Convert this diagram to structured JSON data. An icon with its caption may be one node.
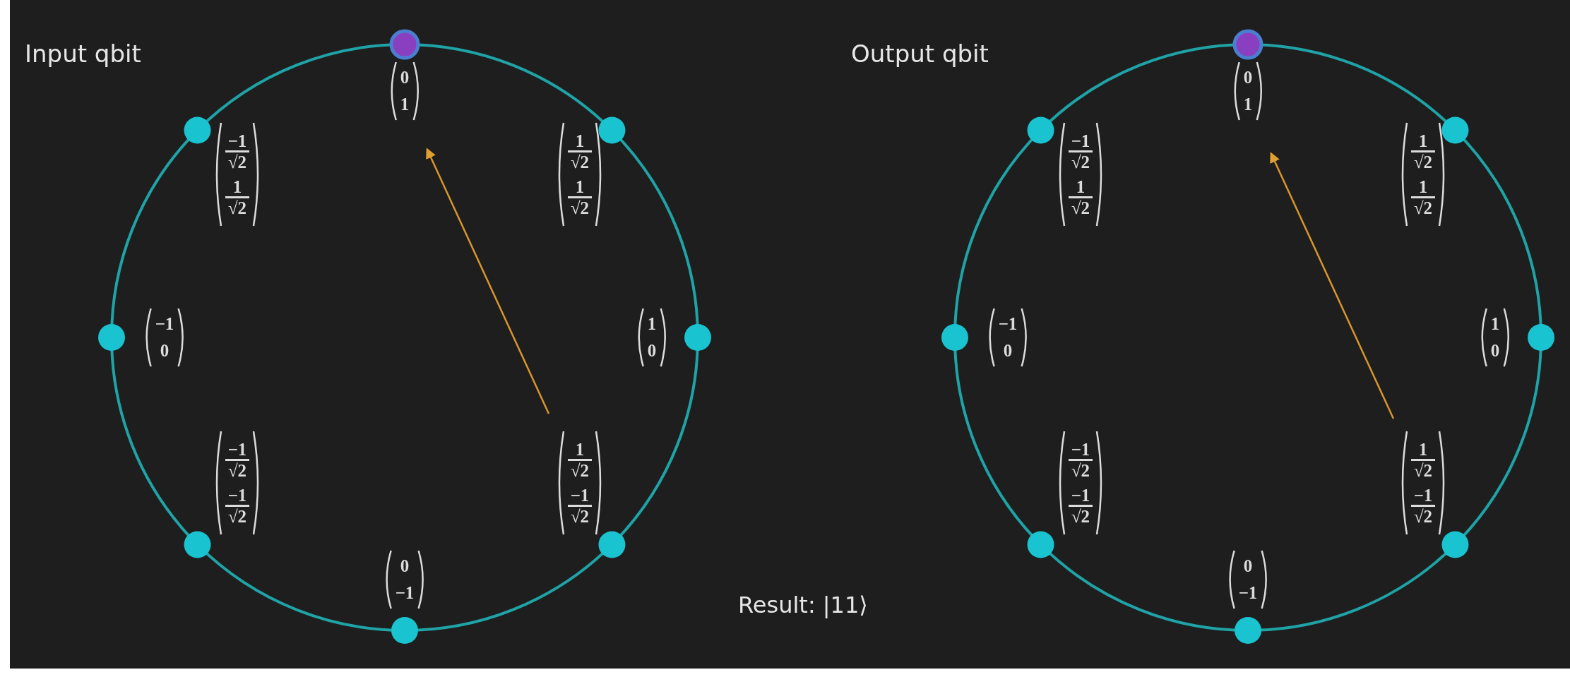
{
  "diagram": {
    "labels": [
      "Input qbit",
      "0",
      "1",
      "−1",
      "√2",
      "1",
      "√2",
      "1",
      "√2",
      "1",
      "√2",
      "−1",
      "0",
      "1",
      "0",
      "−1",
      "√2",
      "−1",
      "√2",
      "1",
      "√2",
      "−1",
      "√2",
      "0",
      "−1",
      "Output qbit",
      "0",
      "1",
      "−1",
      "√2",
      "1",
      "√2",
      "1",
      "√2",
      "1",
      "√2",
      "−1",
      "0",
      "1",
      "0",
      "−1",
      "√2",
      "−1",
      "√2",
      "1",
      "√2",
      "−1",
      "√2",
      "0",
      "−1",
      "Result: |11⟩"
    ]
  }
}
